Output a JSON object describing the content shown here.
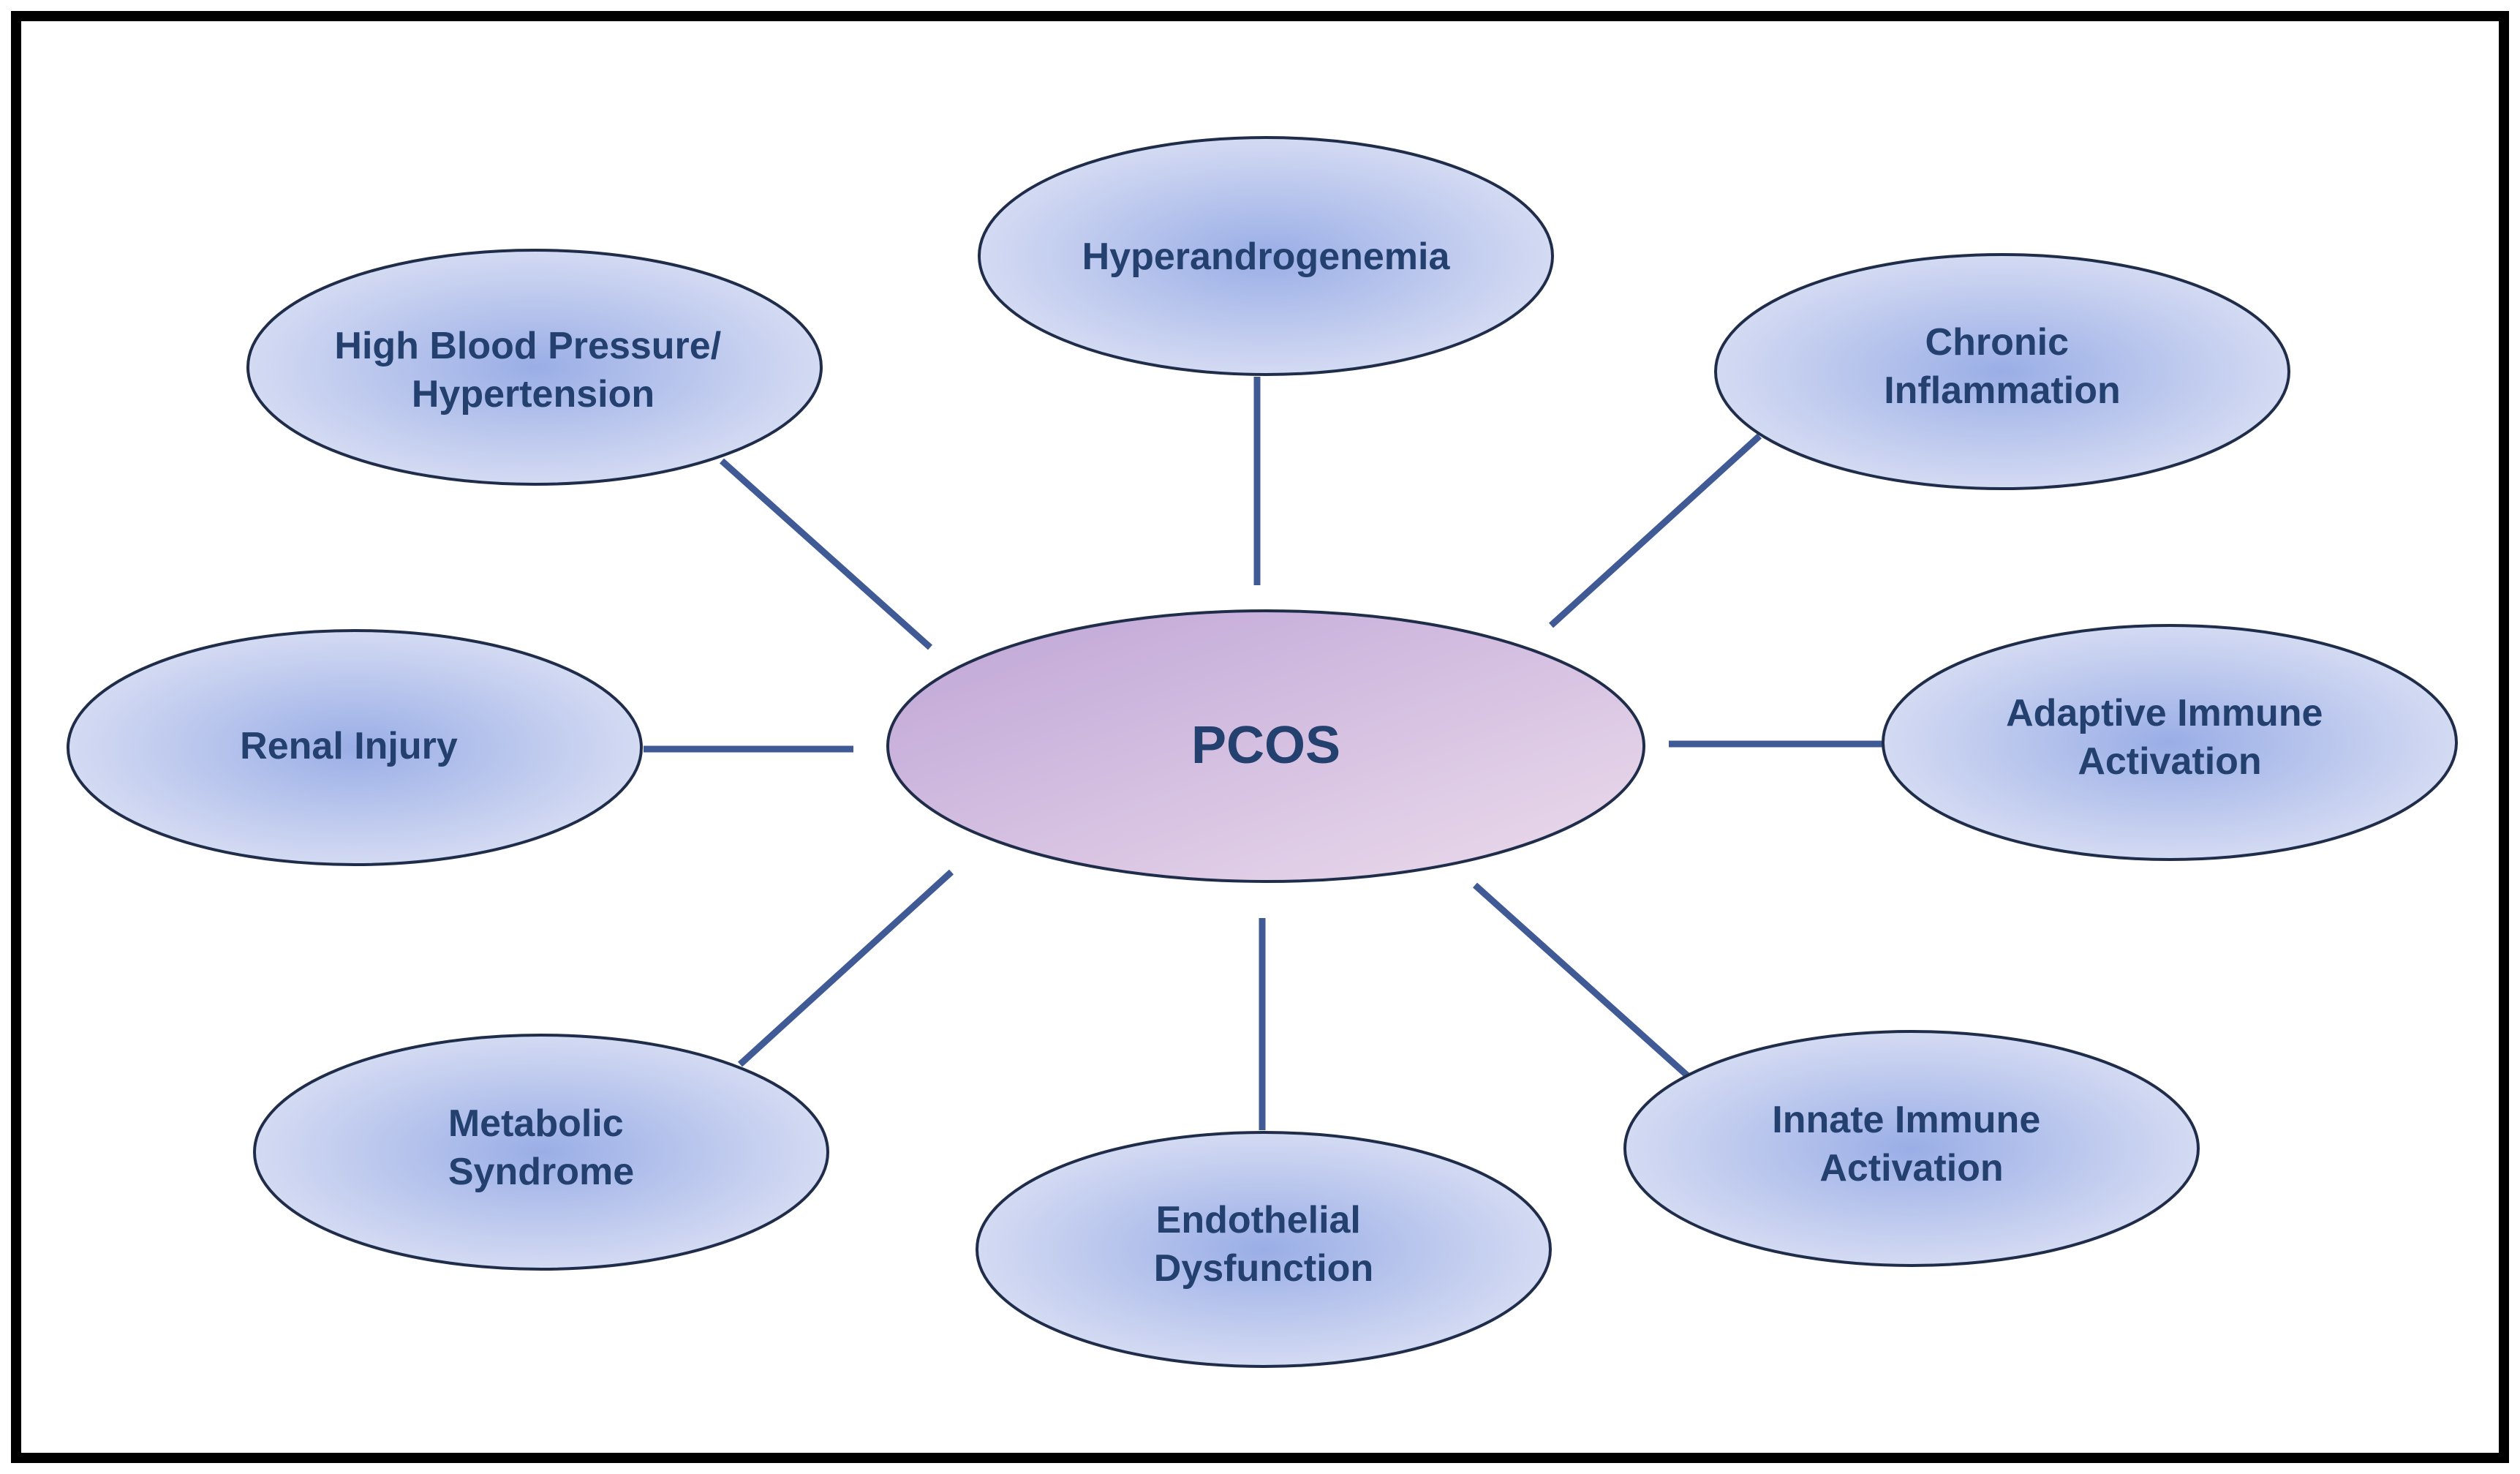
{
  "colors": {
    "frame": "#000000",
    "connector": "#3f5a95",
    "text": "#23406f",
    "outer_node_light": "#dfe3f5",
    "outer_node_dark": "#9aaee6",
    "center_node_light": "#ecdcec",
    "center_node_dark": "#bea4d6"
  },
  "center": {
    "label": "PCOS"
  },
  "nodes": [
    {
      "id": "hyperandrogenemia",
      "lines": [
        "Hyperandrogenemia"
      ]
    },
    {
      "id": "chronic-inflammation",
      "lines": [
        "Chronic",
        "Inflammation"
      ]
    },
    {
      "id": "adaptive-immune-activation",
      "lines": [
        "Adaptive Immune",
        "Activation"
      ]
    },
    {
      "id": "innate-immune-activation",
      "lines": [
        "Innate Immune",
        "Activation"
      ]
    },
    {
      "id": "endothelial-dysfunction",
      "lines": [
        "Endothelial",
        "Dysfunction"
      ]
    },
    {
      "id": "metabolic-syndrome",
      "lines": [
        "Metabolic",
        "Syndrome"
      ]
    },
    {
      "id": "renal-injury",
      "lines": [
        "Renal Injury"
      ]
    },
    {
      "id": "high-blood-pressure",
      "lines": [
        "High Blood Pressure/",
        "Hypertension"
      ]
    }
  ]
}
